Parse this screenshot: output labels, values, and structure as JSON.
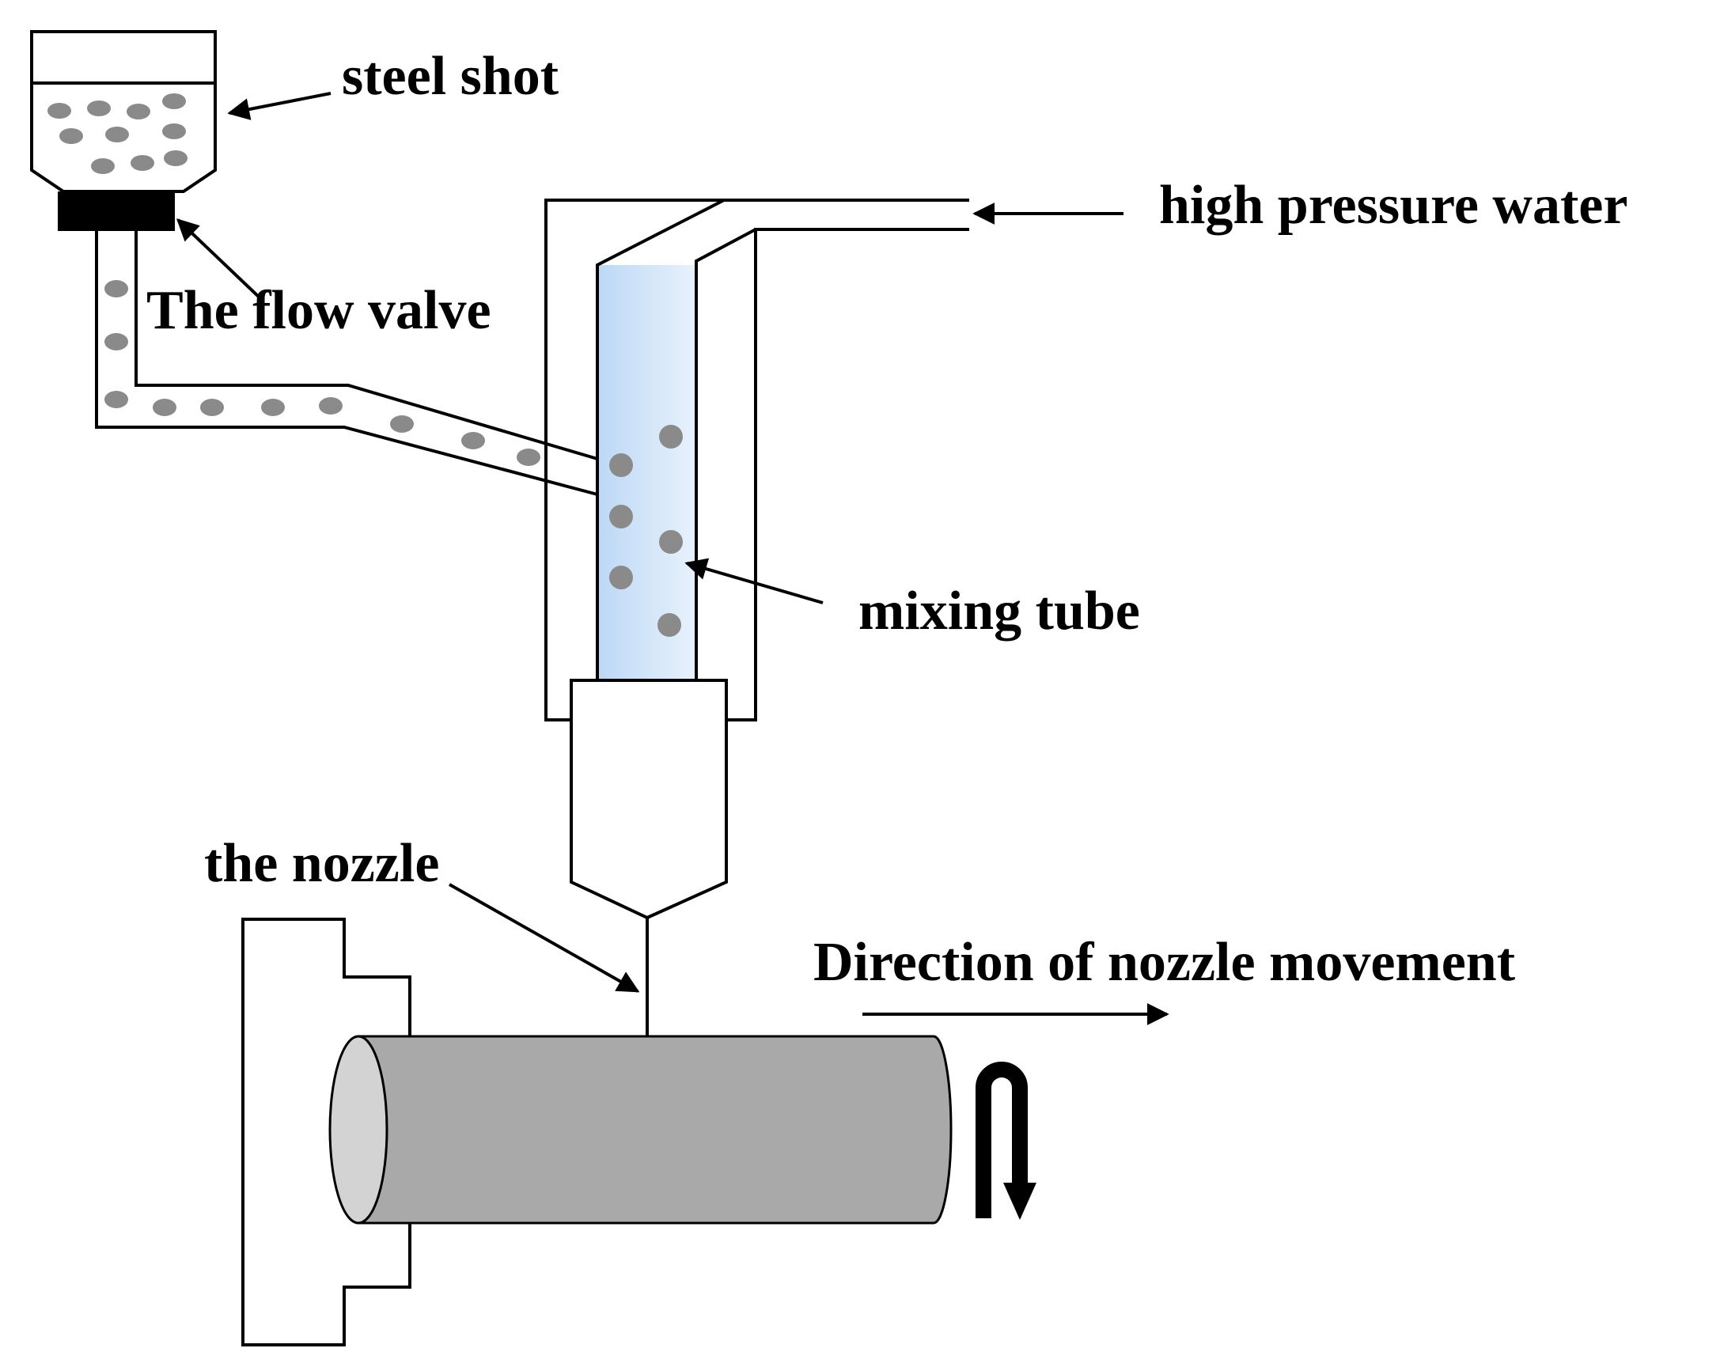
{
  "labels": {
    "steel_shot": "steel shot",
    "flow_valve": "The flow valve",
    "high_pressure_water": "high pressure water",
    "mixing_tube": "mixing tube",
    "nozzle": "the nozzle",
    "direction": "Direction of nozzle movement"
  },
  "colors": {
    "line": "#000000",
    "shot": "#8a8a8a",
    "mixing_tube_fill": "#cfe3f7",
    "workpiece": "#a9a9a9",
    "workpiece_end": "#d3d3d3",
    "valve": "#000000"
  }
}
